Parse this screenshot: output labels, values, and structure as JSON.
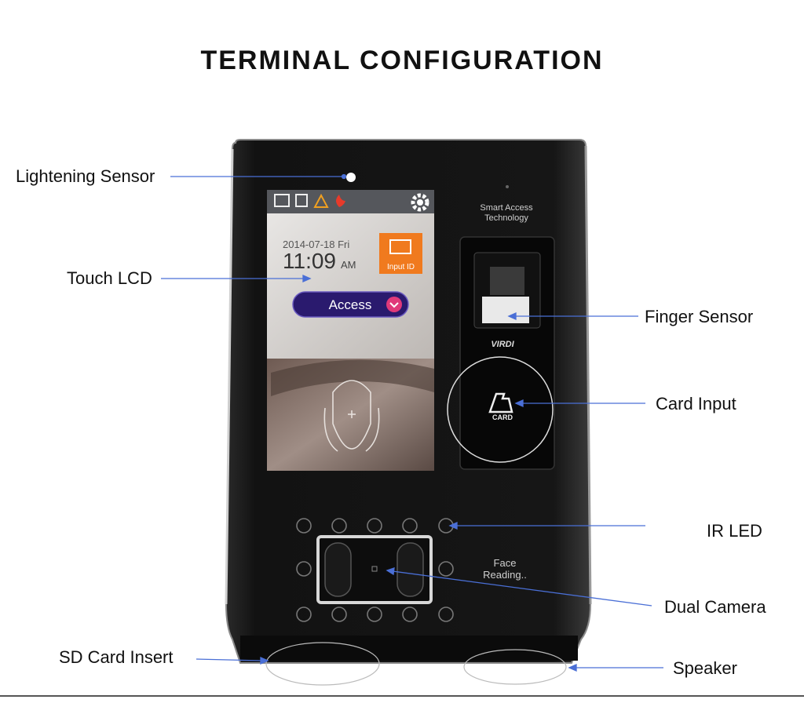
{
  "title": "TERMINAL CONFIGURATION",
  "callouts": {
    "lightening_sensor": "Lightening Sensor",
    "touch_lcd": "Touch LCD",
    "finger_sensor": "Finger Sensor",
    "card_input": "Card Input",
    "ir_led": "IR LED",
    "dual_camera": "Dual Camera",
    "sd_card_insert": "SD Card Insert",
    "speaker": "Speaker"
  },
  "device": {
    "brand_line1": "Smart Access",
    "brand_line2": "Technology",
    "logo": "VIRDI",
    "card_label": "CARD",
    "face_line1": "Face",
    "face_line2": "Reading..",
    "lcd": {
      "date": "2014-07-18 Fri",
      "time": "11:09",
      "ampm": "AM",
      "input_id": "Input ID",
      "access_button": "Access"
    }
  },
  "colors": {
    "leader_line": "#4a6fd6",
    "device_body": "#141414",
    "access_button": "#2a1a6e",
    "input_id_tile": "#f07a1e"
  }
}
